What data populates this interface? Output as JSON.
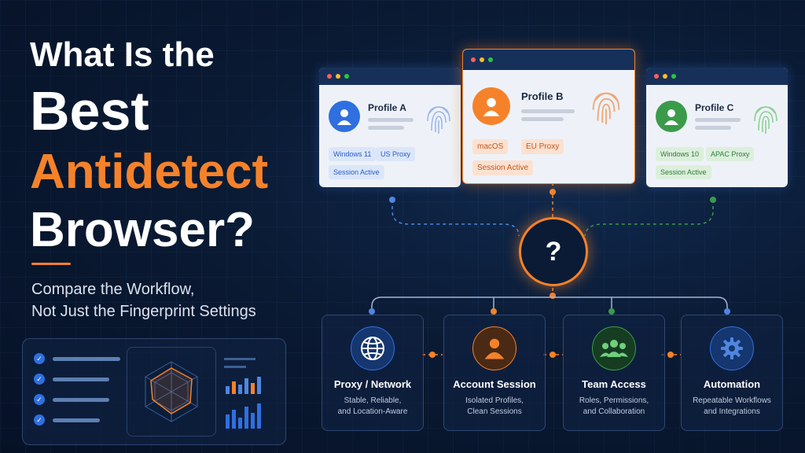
{
  "headline": {
    "line1": "What Is the",
    "line2": "Best",
    "line3": "Antidetect",
    "line4": "Browser?"
  },
  "subtitle": {
    "line1": "Compare the Workflow,",
    "line2": "Not Just the Fingerprint Settings"
  },
  "colors": {
    "accent": "#f5822a",
    "blue": "#2f6fe0",
    "green": "#3b9b4a",
    "background": "#0a1a33"
  },
  "profiles": [
    {
      "name": "Profile A",
      "tags": [
        "Windows 11",
        "US Proxy",
        "Session Active"
      ],
      "color": "blue",
      "icon": "user-icon"
    },
    {
      "name": "Profile B",
      "tags": [
        "macOS",
        "EU Proxy",
        "Session Active"
      ],
      "color": "orange",
      "icon": "user-icon"
    },
    {
      "name": "Profile C",
      "tags": [
        "Windows 10",
        "APAC Proxy",
        "Session Active"
      ],
      "color": "green",
      "icon": "user-icon"
    }
  ],
  "question": "?",
  "features": [
    {
      "title": "Proxy / Network",
      "desc": [
        "Stable, Reliable,",
        "and Location-Aware"
      ],
      "icon": "globe-icon"
    },
    {
      "title": "Account Session",
      "desc": [
        "Isolated Profiles,",
        "Clean Sessions"
      ],
      "icon": "user-icon"
    },
    {
      "title": "Team Access",
      "desc": [
        "Roles, Permissions,",
        "and Collaboration"
      ],
      "icon": "team-icon"
    },
    {
      "title": "Automation",
      "desc": [
        "Repeatable Workflows",
        "and Integrations"
      ],
      "icon": "gear-icon"
    }
  ]
}
